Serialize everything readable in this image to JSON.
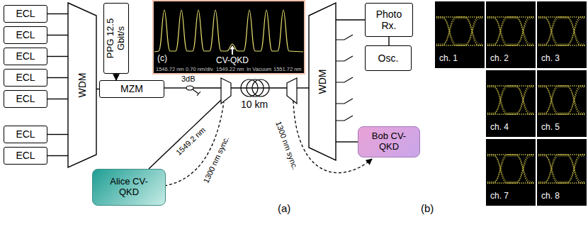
{
  "diagram": {
    "nodes": [
      {
        "text": [
          "ECL"
        ]
      },
      {
        "text": [
          "ECL"
        ]
      },
      {
        "text": [
          "ECL"
        ]
      },
      {
        "text": [
          "ECL"
        ]
      },
      {
        "text": [
          "ECL"
        ]
      },
      {
        "text": [
          "ECL"
        ]
      },
      {
        "text": [
          "ECL"
        ]
      },
      {
        "text": [
          "WDM"
        ]
      },
      {
        "text": [
          "PPG 12.5 Gbit/s"
        ]
      },
      {
        "text": [
          "MZM"
        ]
      },
      {
        "text": [
          "(c)",
          "CV-QKD",
          "1546.72 nm",
          "0.70 nm/div",
          "1549.22 nm",
          "In Vacuum",
          "1551.72 nm"
        ]
      },
      {
        "text": [
          "Alice CV-QKD"
        ]
      },
      {
        "text": [
          "WDM"
        ]
      },
      {
        "text": [
          "Photo Rx."
        ]
      },
      {
        "text": [
          "Osc."
        ]
      },
      {
        "text": [
          "Bob CV-QKD"
        ]
      },
      {
        "text": [
          "ch. 1"
        ]
      },
      {
        "text": [
          "ch. 2"
        ]
      },
      {
        "text": [
          "ch. 3"
        ]
      },
      {
        "text": [
          "ch. 4"
        ]
      },
      {
        "text": [
          "ch. 5"
        ]
      },
      {
        "text": [
          "ch. 7"
        ]
      },
      {
        "text": [
          "ch. 8"
        ]
      }
    ],
    "edges": [
      {
        "from": 0,
        "to": 7,
        "arrow": "none"
      },
      {
        "from": 1,
        "to": 7,
        "arrow": "none"
      },
      {
        "from": 2,
        "to": 7,
        "arrow": "none"
      },
      {
        "from": 3,
        "to": 7,
        "arrow": "none"
      },
      {
        "from": 4,
        "to": 7,
        "arrow": "none"
      },
      {
        "from": 5,
        "to": 7,
        "arrow": "none"
      },
      {
        "from": 6,
        "to": 7,
        "arrow": "none"
      },
      {
        "from": 7,
        "to": 9,
        "arrow": "none"
      },
      {
        "from": 8,
        "to": 9,
        "arrow": "to"
      },
      {
        "from": 12,
        "to": 13,
        "arrow": "none"
      },
      {
        "from": 13,
        "to": 14,
        "arrow": "none"
      },
      {
        "from": 12,
        "to": 15,
        "arrow": "none"
      }
    ],
    "labels": [
      "3dB",
      "10 km",
      "1549.2 nm",
      "1300 nm sync.",
      "1300 nm sync.",
      "(a)",
      "(b)"
    ]
  }
}
